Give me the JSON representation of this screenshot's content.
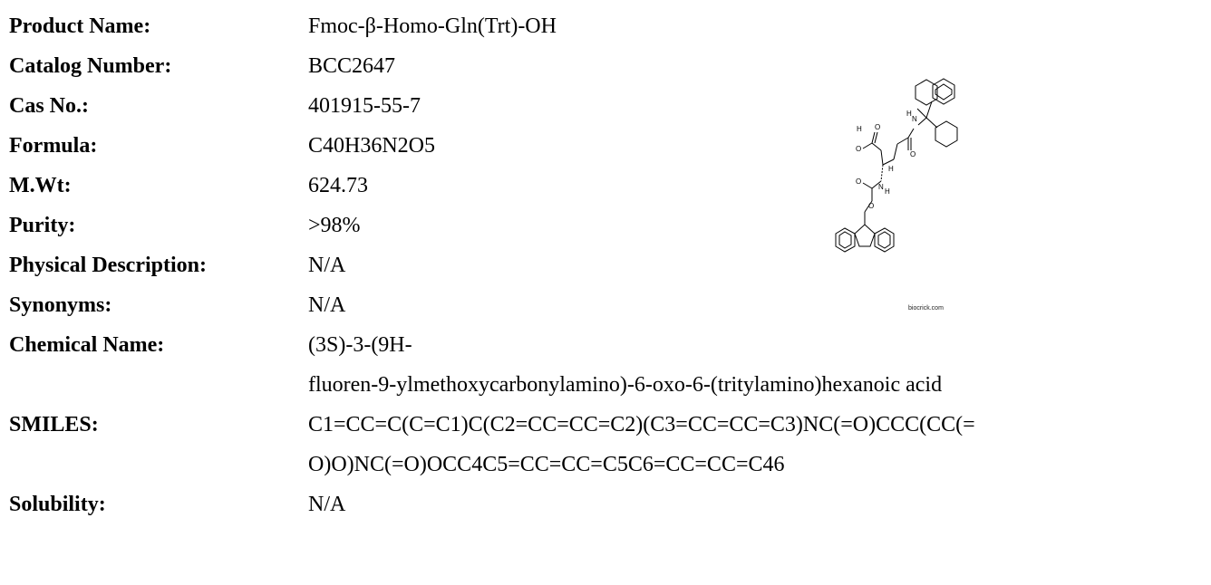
{
  "fields": [
    {
      "label": "Product Name:",
      "value": "Fmoc-β-Homo-Gln(Trt)-OH"
    },
    {
      "label": "Catalog Number:",
      "value": "BCC2647"
    },
    {
      "label": "Cas No.:",
      "value": "401915-55-7"
    },
    {
      "label": "Formula:",
      "value": "C40H36N2O5"
    },
    {
      "label": "M.Wt:",
      "value": "624.73"
    },
    {
      "label": "Purity:",
      "value": ">98%"
    },
    {
      "label": "Physical Description:",
      "value": "N/A"
    },
    {
      "label": "Synonyms:",
      "value": "N/A"
    },
    {
      "label": "Chemical Name:",
      "value": "(3S)-3-(9H-"
    },
    {
      "label": "",
      "value": "fluoren-9-ylmethoxycarbonylamino)-6-oxo-6-(tritylamino)hexanoic acid"
    },
    {
      "label": "SMILES:",
      "value": "C1=CC=C(C=C1)C(C2=CC=CC=C2)(C3=CC=CC=C3)NC(=O)CCC(CC(="
    },
    {
      "label": "",
      "value": "O)O)NC(=O)OCC4C5=CC=CC=C5C6=CC=CC=C46"
    },
    {
      "label": "Solubility:",
      "value": "N/A"
    }
  ],
  "structure": {
    "watermark": "biocrick.com",
    "atoms": {
      "n1": "N",
      "h1": "H",
      "h2": "H",
      "o1": "O",
      "o2": "O",
      "o3": "O",
      "h3": "H",
      "n2": "N",
      "h4": "H",
      "o4": "O",
      "o5": "O"
    }
  }
}
